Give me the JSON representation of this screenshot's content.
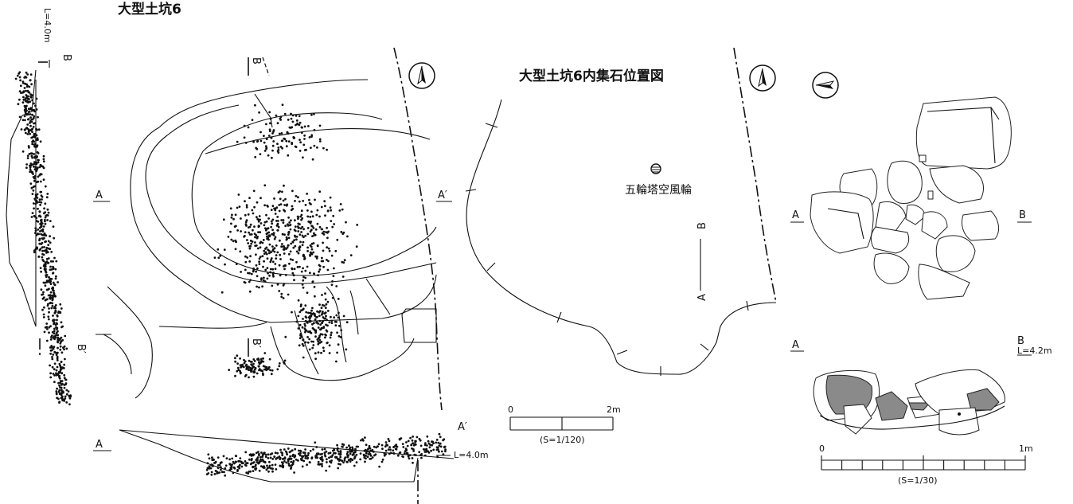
{
  "plan": {
    "title": "大型土坑6",
    "section_level": "L=4.0m",
    "labels": {
      "a": "A",
      "a_prime": "A′",
      "b": "B",
      "b_prime": "B′",
      "b_rot": "B",
      "b_prime_rot": "B′",
      "b_side": "B",
      "b_side_prime": "B′"
    },
    "bottom_a": "A",
    "bottom_a_prime": "A′",
    "bottom_level": "L=4.0m"
  },
  "middle": {
    "title": "大型土坑6内集石位置図",
    "feature_label": "五輪塔空風輪",
    "section_a": "A",
    "section_b": "B",
    "scale": {
      "start": "0",
      "end": "2m",
      "ratio": "(S=1/120)"
    }
  },
  "right": {
    "a_label": "A",
    "b_label": "B",
    "elev_a": "A",
    "elev_b": "B",
    "elev_level": "L=4.2m",
    "scale": {
      "start": "0",
      "end": "1m",
      "ratio": "(S=1/30)"
    }
  }
}
